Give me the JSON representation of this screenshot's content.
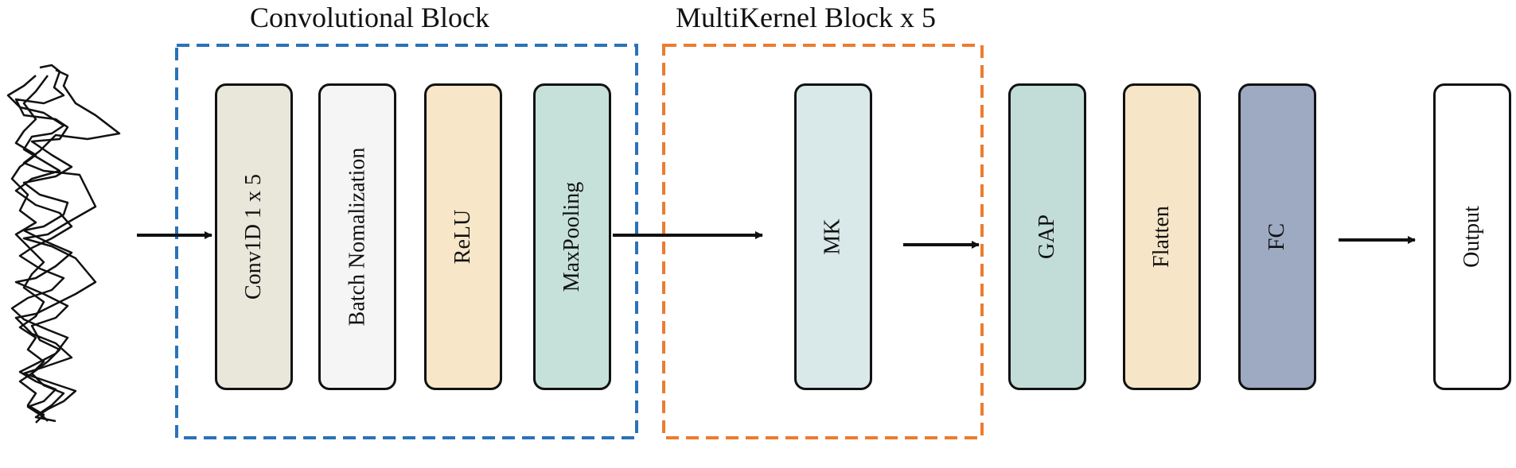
{
  "groups": {
    "conv": {
      "label": "Convolutional Block",
      "color": "#2b72b8"
    },
    "mk": {
      "label": "MultiKernel Block x 5",
      "color": "#ec7c30"
    }
  },
  "blocks": [
    {
      "id": "conv1d",
      "label": "Conv1D  1 x 5",
      "color": "#e9e6da"
    },
    {
      "id": "batch-norm",
      "label": "Batch Nomalization",
      "color": "#f5f5f5"
    },
    {
      "id": "relu",
      "label": "ReLU",
      "color": "#f7e6c8"
    },
    {
      "id": "maxpooling",
      "label": "MaxPooling",
      "color": "#c6e0da"
    },
    {
      "id": "mk",
      "label": "MK",
      "color": "#d9e8e8"
    },
    {
      "id": "gap",
      "label": "GAP",
      "color": "#c2ddd8"
    },
    {
      "id": "flatten",
      "label": "Flatten",
      "color": "#f6e5c7"
    },
    {
      "id": "fc",
      "label": "FC",
      "color": "#9ea9c2"
    },
    {
      "id": "output",
      "label": "Output",
      "color": "#ffffff"
    }
  ]
}
